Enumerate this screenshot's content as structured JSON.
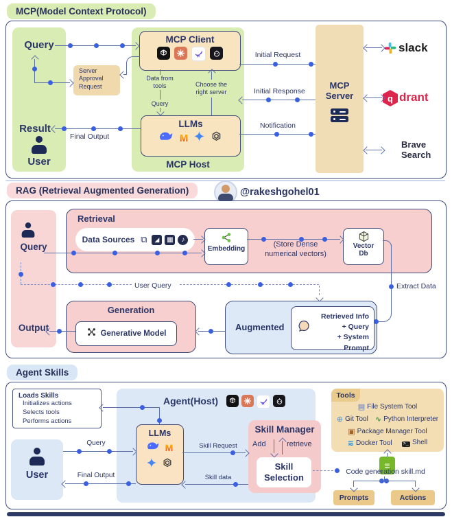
{
  "colors": {
    "navy_text": "#2b3668",
    "line": "#5b6fa8",
    "dot": "#3a5fe0",
    "green": "#d9ecb4",
    "tan": "#f8e5c0",
    "server_tan": "#f0ddb6",
    "pink": "#f8d6d6",
    "blue": "#dce8f6",
    "slack": [
      "#36C5F0",
      "#2EB67D",
      "#ECB22E",
      "#E01E5A"
    ],
    "qdrant_red": "#dc244c",
    "brave_orange": "#fb542b",
    "markdown_green": "#76b82a"
  },
  "icons": {
    "mistral_glyph": "M",
    "qdrant_q": "q",
    "shell_glyph": ">_",
    "markdown_glyph": "≡",
    "doc_glyph": "⧉",
    "image_glyph": "◢",
    "film_glyph": "▦",
    "audio_glyph": "♪",
    "file_system_glyph": "▤",
    "git_glyph": "⊕",
    "python_glyph": "∿",
    "package_glyph": "▣",
    "docker_glyph": "≋"
  },
  "mcp": {
    "tab": "MCP(Model Context Protocol)",
    "query": "Query",
    "approval": "Server Approval Request",
    "client_title": "MCP Client",
    "data_from_tools": "Data from tools",
    "choose_server": "Choose the right server",
    "query_small": "Query",
    "llms_title": "LLMs",
    "host_label": "MCP Host",
    "result": "Result",
    "final_output": "Final Output",
    "user": "User",
    "initial_request": "Initial Request",
    "initial_response": "Initial Response",
    "notification": "Notification",
    "server_line1": "MCP",
    "server_line2": "Server",
    "slack_label": "slack",
    "qdrant_label": "drant",
    "brave_line1": "Brave",
    "brave_line2": "Search"
  },
  "rag": {
    "tab": "RAG (Retrieval Augmented Generation)",
    "handle": "@rakeshgohel01",
    "query": "Query",
    "output": "Output",
    "retrieval_title": "Retrieval",
    "data_sources": "Data Sources",
    "embedding": "Embedding",
    "store_note_1": "(Store Dense",
    "store_note_2": "numerical vectors)",
    "vector_line1": "Vector",
    "vector_line2": "Db",
    "user_query": "User Query",
    "extract_data": "Extract Data",
    "generation_title": "Generation",
    "generative_model": "Generative Model",
    "augmented_title": "Augmented",
    "retrieved_lines": [
      "Retrieved Info",
      "+ Query",
      "+ System Prompt"
    ]
  },
  "agent": {
    "tab": "Agent Skills",
    "loads_title": "Loads Skills",
    "loads_items": [
      "Initializes actions",
      "Selects tools",
      "Performs actions"
    ],
    "host_title": "Agent(Host)",
    "llms_title": "LLMs",
    "user": "User",
    "query": "Query",
    "final_output": "Final Output",
    "skill_request": "Skill Request",
    "skill_data": "Skill data",
    "manager_title": "Skill Manager",
    "add": "Add",
    "retrieve": "retrieve",
    "selection": "Skill Selection",
    "tools_title": "Tools",
    "tools_items": [
      "File System Tool",
      "Git Tool",
      "Python Interpreter",
      "Package Manager Tool",
      "Docker Tool",
      "Shell"
    ],
    "skill_md": "Code generation skill.md",
    "prompts": "Prompts",
    "actions": "Actions"
  }
}
